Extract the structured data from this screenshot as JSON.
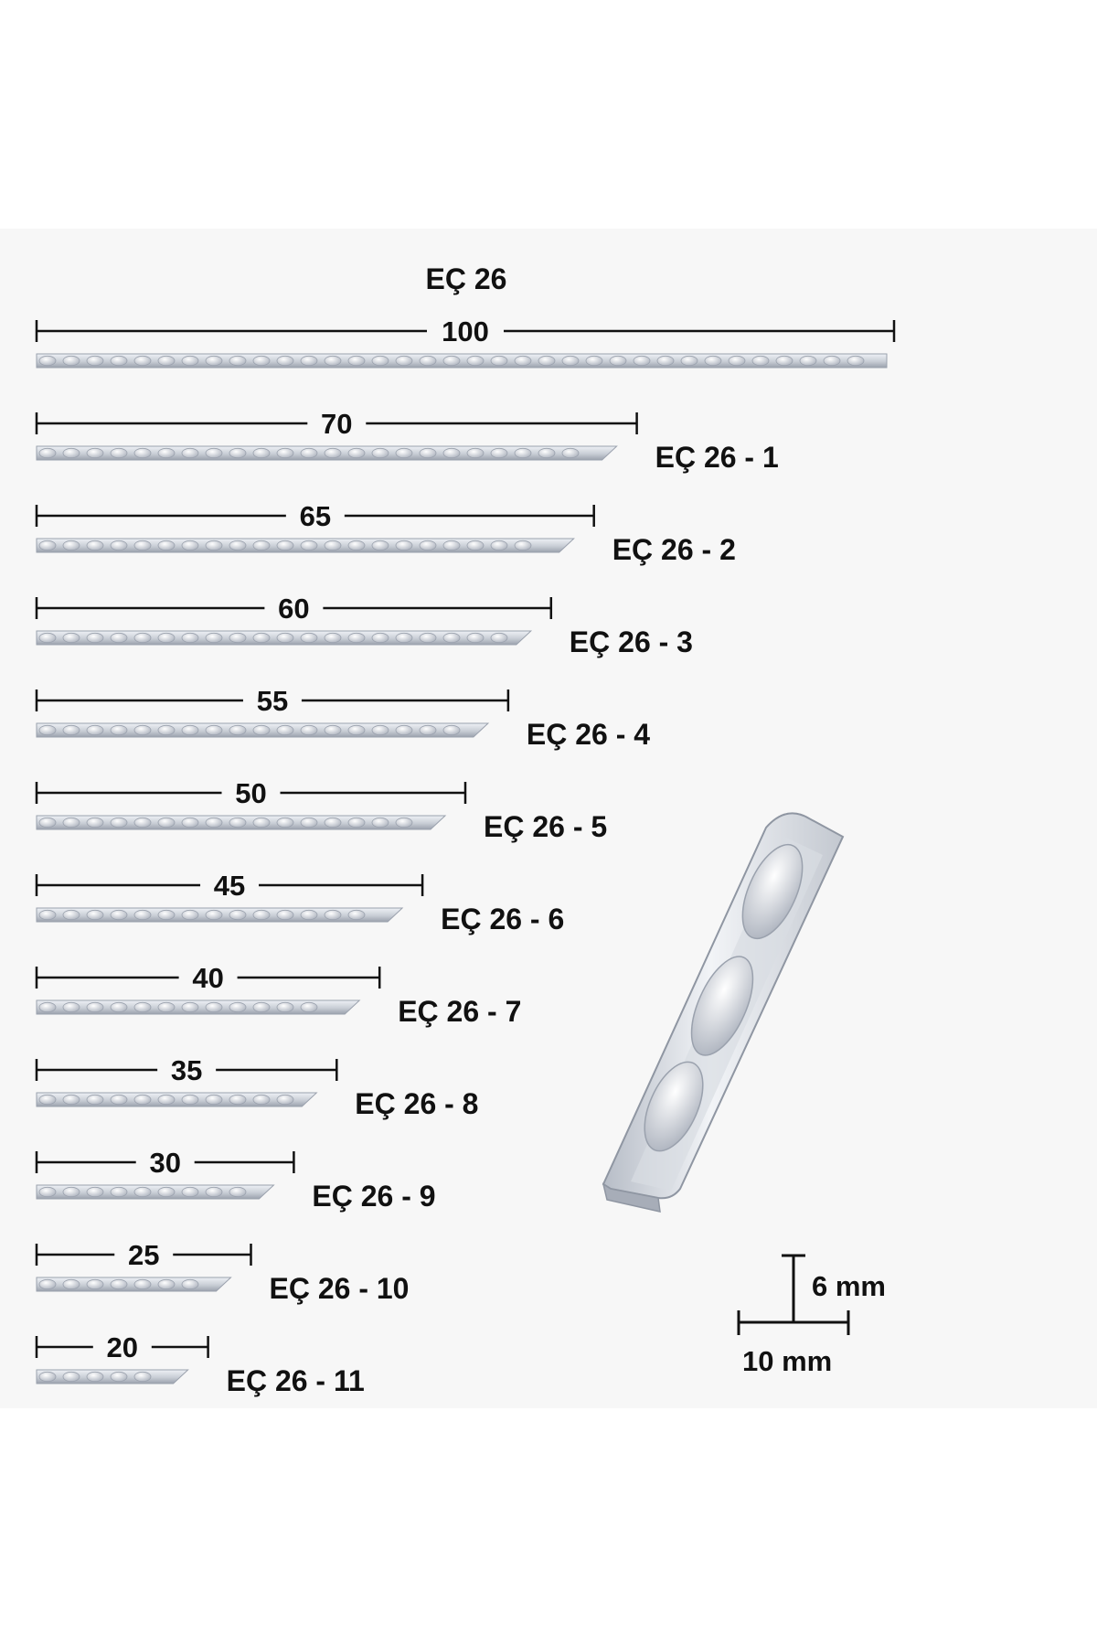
{
  "main_title": "EÇ 26",
  "unit_value_length": "10 mm",
  "unit_value_height": "6 mm",
  "colors": {
    "molding_fill": "#c9ced6",
    "molding_bead": "#e9ecf1",
    "molding_shadow": "#9aa1ad",
    "dimension_line": "#111111"
  },
  "items": [
    {
      "code": "EÇ 26",
      "length": 100
    },
    {
      "code": "EÇ 26 - 1",
      "length": 70
    },
    {
      "code": "EÇ 26 - 2",
      "length": 65
    },
    {
      "code": "EÇ 26 - 3",
      "length": 60
    },
    {
      "code": "EÇ 26 - 4",
      "length": 55
    },
    {
      "code": "EÇ 26 - 5",
      "length": 50
    },
    {
      "code": "EÇ 26 - 6",
      "length": 45
    },
    {
      "code": "EÇ 26 - 7",
      "length": 40
    },
    {
      "code": "EÇ 26 - 8",
      "length": 35
    },
    {
      "code": "EÇ 26 - 9",
      "length": 30
    },
    {
      "code": "EÇ 26 - 10",
      "length": 25
    },
    {
      "code": "EÇ 26 - 11",
      "length": 20
    }
  ]
}
